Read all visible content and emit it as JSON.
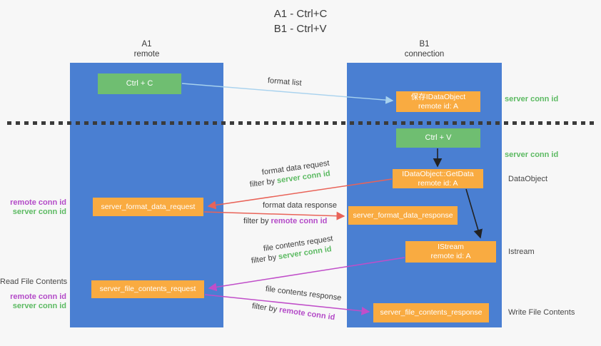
{
  "title": {
    "line1": "A1 - Ctrl+C",
    "line2": "B1 - Ctrl+V"
  },
  "lifelines": {
    "a1": {
      "name": "A1",
      "role": "remote"
    },
    "b1": {
      "name": "B1",
      "role": "connection"
    }
  },
  "nodes": {
    "ctrl_c": "Ctrl + C",
    "ctrl_v": "Ctrl + V",
    "save_idataobject": {
      "title": "保存IDataObject",
      "subtitle": "remote id: A"
    },
    "getdata": {
      "title": "IDataObject::GetData",
      "subtitle": "remote id: A"
    },
    "istream": {
      "title": "IStream",
      "subtitle": "remote id: A"
    },
    "format_request": "server_format_data_request",
    "format_response": "server_format_data_response",
    "file_request": "server_file_contents_request",
    "file_response": "server_file_contents_response"
  },
  "edge_labels": {
    "format_list": "format list",
    "format_data_request": "format data request",
    "format_data_response": "format data response",
    "file_contents_request": "file contents request",
    "file_contents_response": "file contents response",
    "filter_by": "filter by ",
    "server_conn_id": "server conn id",
    "remote_conn_id": "remote conn id"
  },
  "side_labels": {
    "server_conn_id_top": "server conn id",
    "server_conn_id_mid": "server conn id",
    "dataobject": "DataObject",
    "istream": "Istream",
    "write_file_contents": "Write File Contents",
    "read_file_contents": "Read File Contents",
    "remote_conn_id": "remote conn id",
    "server_conn_id": "server conn id"
  },
  "colors": {
    "column_blue": "#4a7fd2",
    "box_green": "#6fbe71",
    "box_orange": "#f9ab41",
    "label_green": "#5cba62",
    "label_purple": "#b44bc8",
    "arrow_red": "#e96358",
    "arrow_magenta": "#c04ec9",
    "arrow_lightblue": "#a8d2ee",
    "arrow_black": "#222222",
    "background": "#f7f7f7"
  }
}
